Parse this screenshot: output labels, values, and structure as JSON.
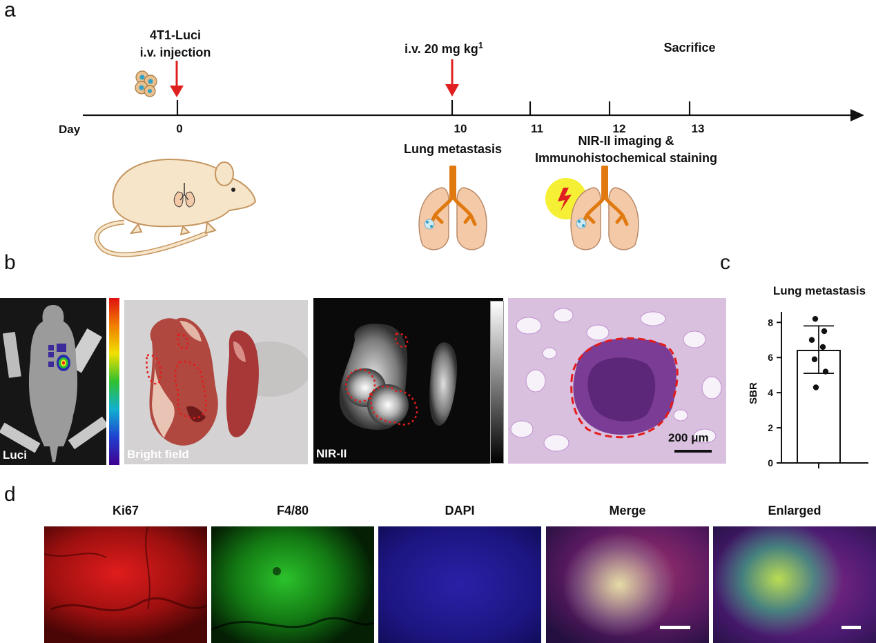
{
  "panel_labels": {
    "a": "a",
    "b": "b",
    "c": "c",
    "d": "d"
  },
  "timeline": {
    "axis_label": "Day",
    "ticks": [
      "0",
      "10",
      "11",
      "12",
      "13"
    ],
    "events": {
      "injection_line1": "4T1-Luci",
      "injection_line2": "i.v. injection",
      "dose_text": "i.v. 20 mg kg",
      "dose_sup": "1",
      "sacrifice": "Sacrifice",
      "metastasis": "Lung metastasis",
      "imaging_line1": "NIR-II imaging &",
      "imaging_line2": "Immunohistochemical staining"
    }
  },
  "panel_b": {
    "luci": "Luci",
    "bright": "Bright field",
    "nir": "NIR-II",
    "scale": "200 μm"
  },
  "chart_data": {
    "type": "bar",
    "title": "Lung metastasis",
    "ylabel": "SBR",
    "xlabel": "",
    "ylim": [
      0,
      8.6
    ],
    "yticks": [
      "0",
      "2",
      "4",
      "6",
      "8"
    ],
    "bar_value": 6.4,
    "error_low": 5.1,
    "error_high": 7.8,
    "points": [
      8.2,
      7.5,
      7.0,
      6.6,
      5.9,
      5.2,
      4.3
    ]
  },
  "panel_d": {
    "labels": [
      "Ki67",
      "F4/80",
      "DAPI",
      "Merge",
      "Enlarged"
    ]
  },
  "colors": {
    "arrow": "#e02020",
    "mouse": "#f6e5c8",
    "mouse_outline": "#c49560",
    "lung": "#f4c9a8",
    "trachea": "#e07a10"
  }
}
